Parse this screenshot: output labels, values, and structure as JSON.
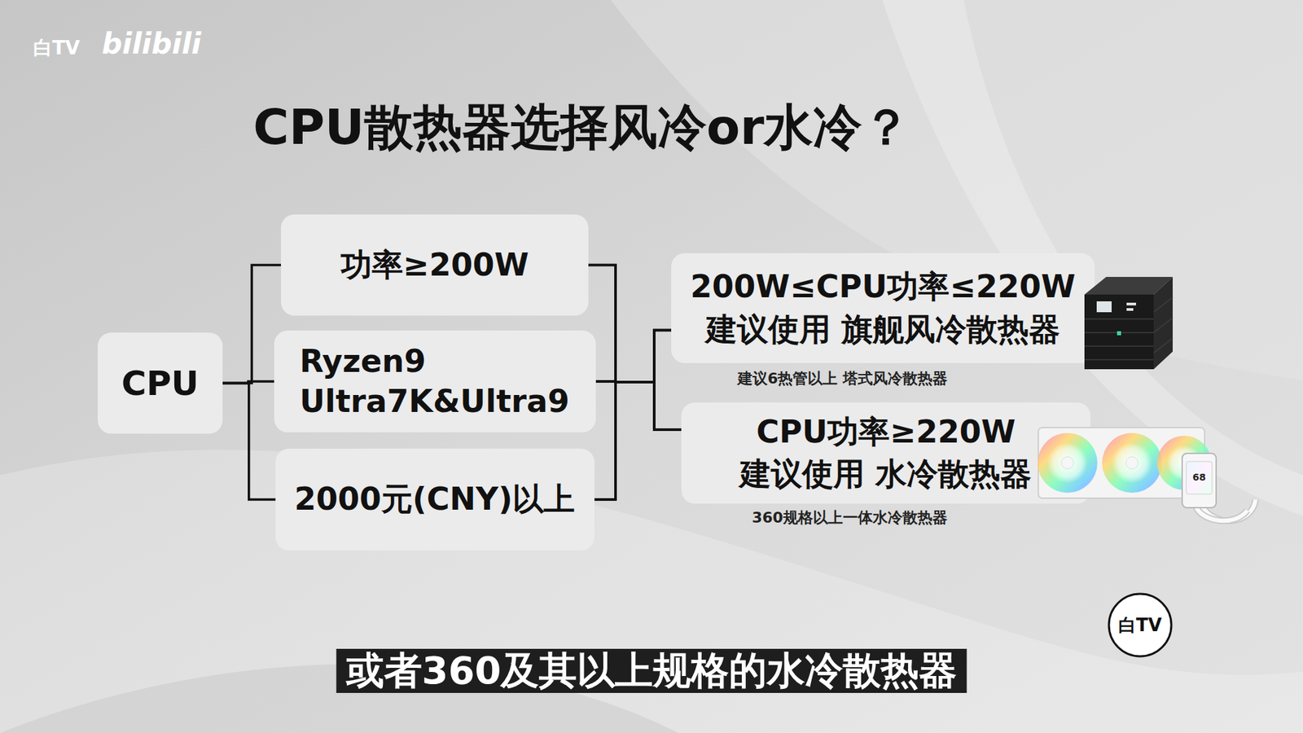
{
  "diagram": {
    "title": "CPU散热器选择风冷or水冷？",
    "caption": "或者360及其以上规格的水冷散热器",
    "nodes": [
      {
        "text": [
          "CPU"
        ]
      },
      {
        "text": [
          "功率≥200W"
        ]
      },
      {
        "text": [
          "Ryzen9",
          "Ultra7K&Ultra9"
        ]
      },
      {
        "text": [
          "2000元(CNY)以上"
        ]
      },
      {
        "text": [
          "200W≤CPU功率≤220W",
          "建议使用 旗舰风冷散热器",
          "建议6热管以上 塔式风冷散热器"
        ]
      },
      {
        "text": [
          "CPU功率≥220W",
          "建议使用 水冷散热器",
          "360规格以上一体水冷散热器"
        ]
      }
    ],
    "edges": [
      {
        "from": 0,
        "to": 1,
        "arrow": "none"
      },
      {
        "from": 0,
        "to": 2,
        "arrow": "none"
      },
      {
        "from": 0,
        "to": 3,
        "arrow": "none"
      },
      {
        "from": 1,
        "to": 4,
        "arrow": "none"
      },
      {
        "from": 1,
        "to": 5,
        "arrow": "none"
      },
      {
        "from": 2,
        "to": 4,
        "arrow": "none"
      },
      {
        "from": 2,
        "to": 5,
        "arrow": "none"
      },
      {
        "from": 3,
        "to": 4,
        "arrow": "none"
      },
      {
        "from": 3,
        "to": 5,
        "arrow": "none"
      }
    ],
    "labels": [
      "白TV",
      "bilibili",
      "68",
      "白TV"
    ]
  }
}
